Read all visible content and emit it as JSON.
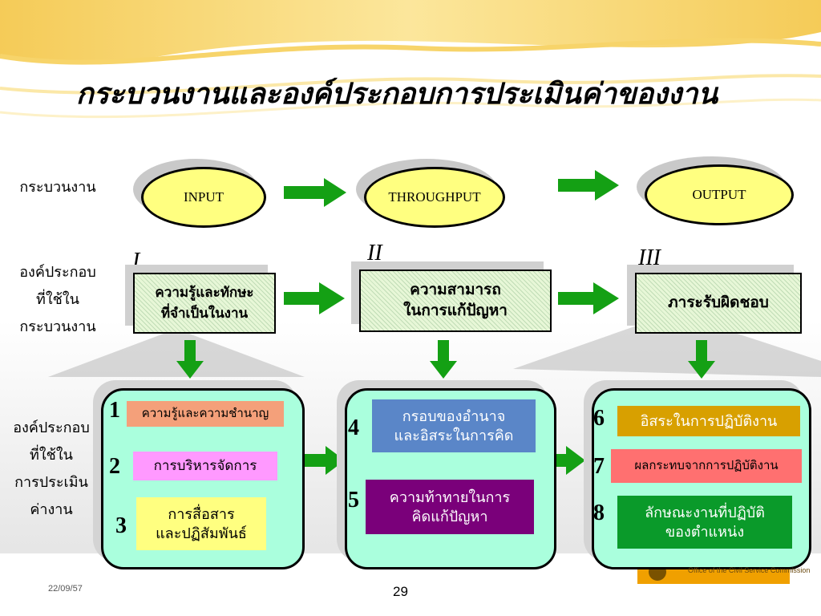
{
  "title": "กระบวนงานและองค์ประกอบการประเมินค่าของงาน",
  "row_labels": {
    "process": "กระบวนงาน",
    "components_process": [
      "องค์ประกอบ",
      "ที่ใช้ใน",
      "กระบวนงาน"
    ],
    "components_eval": [
      "องค์ประกอบ",
      "ที่ใช้ใน",
      "การประเมิน",
      "ค่างาน"
    ]
  },
  "stages": [
    "INPUT",
    "THROUGHPUT",
    "OUTPUT"
  ],
  "roman": [
    "I",
    "II",
    "III"
  ],
  "headers": [
    [
      "ความรู้และทักษะ",
      "ที่จำเป็นในงาน"
    ],
    [
      "ความสามารถ",
      "ในการแก้ปัญหา"
    ],
    [
      "ภาระรับผิดชอบ"
    ]
  ],
  "items": [
    {
      "num": "1",
      "label": [
        "ความรู้และความชำนาญ"
      ]
    },
    {
      "num": "2",
      "label": [
        "การบริหารจัดการ"
      ]
    },
    {
      "num": "3",
      "label": [
        "การสื่อสาร",
        "และปฏิสัมพันธ์"
      ]
    },
    {
      "num": "4",
      "label": [
        "กรอบของอำนาจ",
        "และอิสระในการคิด"
      ]
    },
    {
      "num": "5",
      "label": [
        "ความท้าทายในการ",
        "คิดแก้ปัญหา"
      ]
    },
    {
      "num": "6",
      "label": [
        "อิสระในการปฏิบัติงาน"
      ]
    },
    {
      "num": "7",
      "label": [
        "ผลกระทบจากการปฏิบัติงาน"
      ]
    },
    {
      "num": "8",
      "label": [
        "ลักษณะงานที่ปฏิบัติ",
        "ของตำแหน่ง"
      ]
    }
  ],
  "footer": {
    "date": "22/09/57",
    "page": "29",
    "logo_text": "Office of the Civil Service Commission"
  },
  "colors": {
    "arrow": "#14a014",
    "ellipse": "#ffff80",
    "panel": "#aaffdd",
    "item1": "#f4a07a",
    "item2": "#ff99ff",
    "item3": "#ffff80",
    "item4": "#5a86c8",
    "item5": "#7a007a",
    "item6": "#d8a000",
    "item7": "#ff7070",
    "item8": "#0a9a2a"
  }
}
